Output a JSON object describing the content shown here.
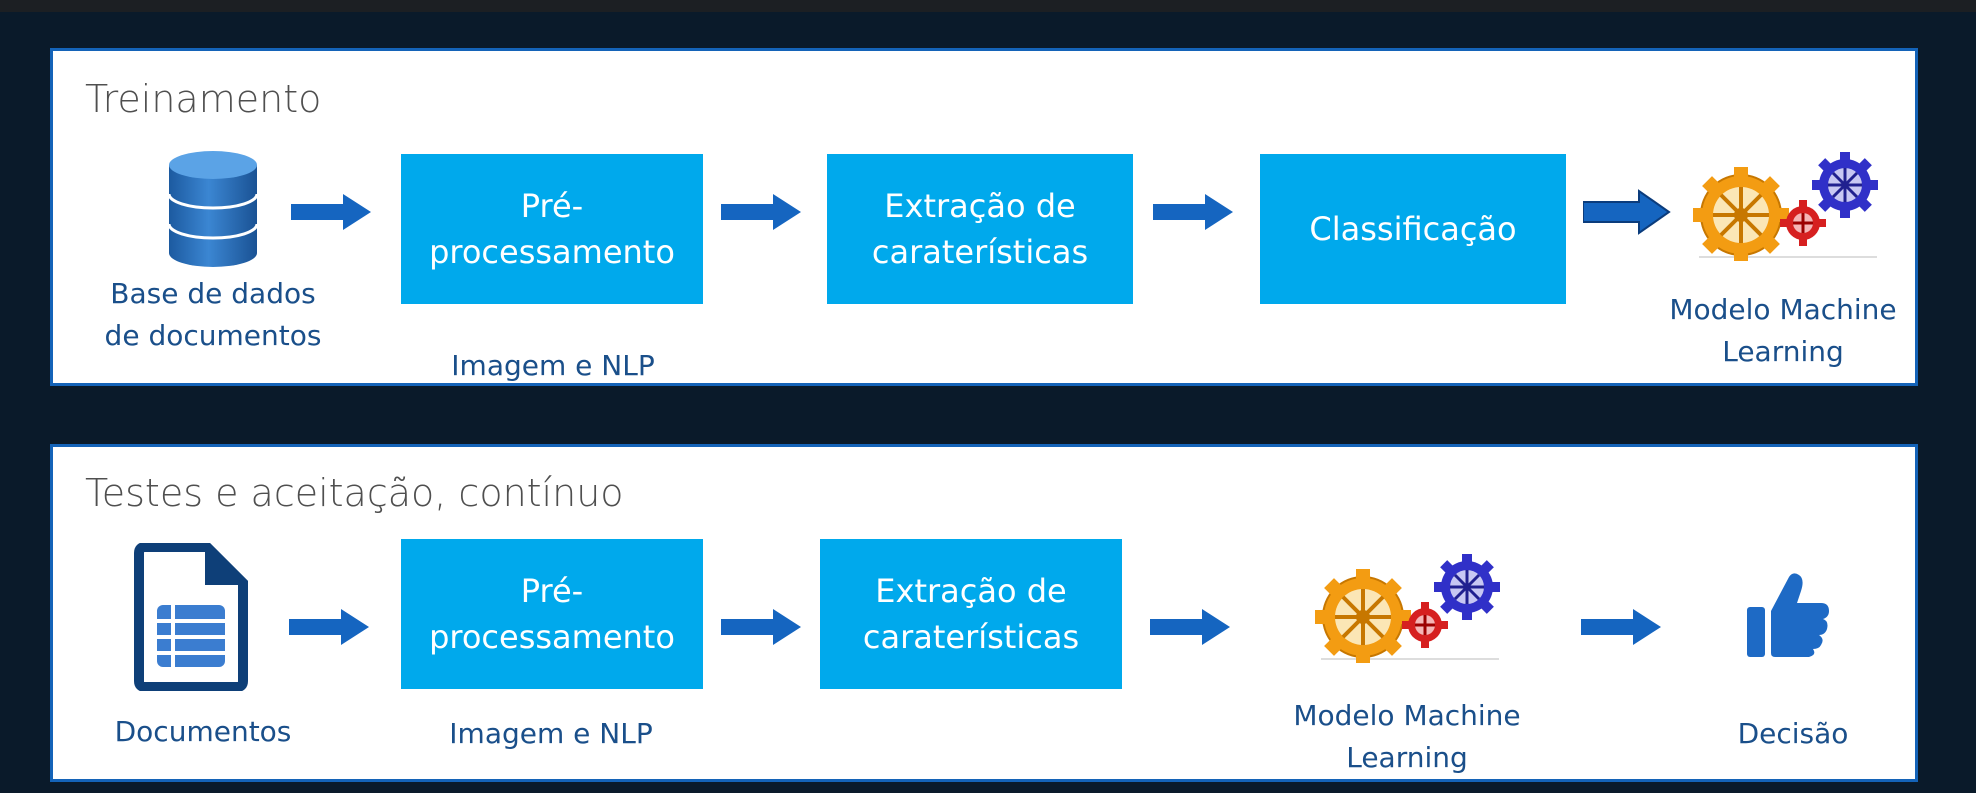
{
  "training": {
    "title": "Treinamento",
    "source_label": "Base de dados\nde documentos",
    "steps": [
      "Pré-\nprocessamento",
      "Extração de\ncaraterísticas",
      "Classificação"
    ],
    "preprocess_caption": "Imagem e NLP",
    "output_label": "Modelo Machine\nLearning"
  },
  "testing": {
    "title": "Testes e aceitação, contínuo",
    "source_label": "Documentos",
    "steps": [
      "Pré-\nprocessamento",
      "Extração de\ncaraterísticas"
    ],
    "preprocess_caption": "Imagem e NLP",
    "model_label": "Modelo Machine\nLearning",
    "decision_label": "Decisão"
  },
  "icons": {
    "database": "database-icon",
    "document": "document-icon",
    "gears": "gears-icon",
    "thumbs_up": "thumbs-up-icon",
    "arrow": "right-arrow-icon"
  },
  "colors": {
    "step_box": "#00a9ec",
    "arrow": "#1565c0",
    "panel_border": "#1463b8",
    "label_text": "#1a4f8a",
    "background": "#0a1a2a"
  }
}
